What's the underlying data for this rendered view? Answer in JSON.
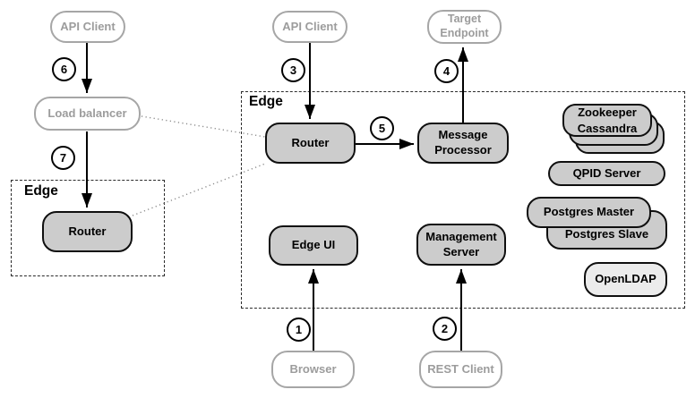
{
  "zones": {
    "edge_main_label": "Edge",
    "edge_secondary_label": "Edge"
  },
  "nodes": {
    "api_client_left": "API Client",
    "api_client_center": "API Client",
    "target_endpoint": "Target\nEndpoint",
    "load_balancer": "Load balancer",
    "router_secondary": "Router",
    "router_main": "Router",
    "message_processor": "Message\nProcessor",
    "edge_ui": "Edge UI",
    "management_server": "Management\nServer",
    "zookeeper_cassandra": "Zookeeper\nCassandra",
    "qpid_server": "QPID Server",
    "postgres_master": "Postgres Master",
    "postgres_slave": "Postgres Slave",
    "openldap": "OpenLDAP",
    "browser": "Browser",
    "rest_client": "REST Client"
  },
  "steps": {
    "s1": "1",
    "s2": "2",
    "s3": "3",
    "s4": "4",
    "s5": "5",
    "s6": "6",
    "s7": "7"
  },
  "colors": {
    "component_fill": "#cccccc",
    "openldap_fill": "#ececec",
    "component_border": "#0f0f0f",
    "external_border": "#a6a6a6",
    "external_text": "#9c9c9c",
    "arrow": "#000000",
    "dotted_link": "#8a8a8a"
  }
}
